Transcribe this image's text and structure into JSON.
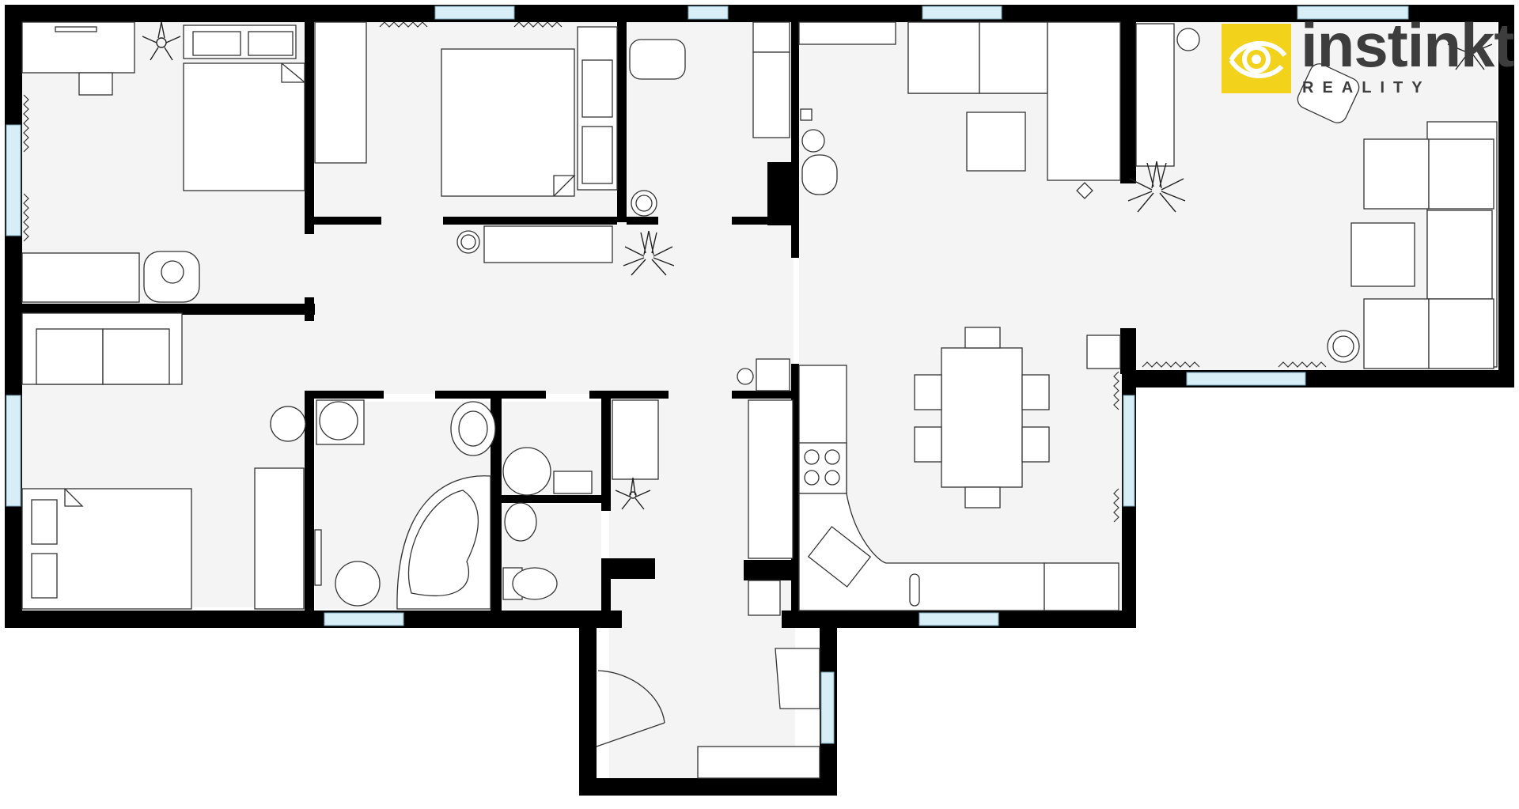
{
  "brand": {
    "name": "instinkt",
    "sub": "REALITY",
    "colors": {
      "badge": "#f2d21b",
      "text": "#3d3d3d"
    },
    "icon": "eye-icon"
  },
  "plan_colors": {
    "wall": "#000000",
    "floor": "#f4f4f4",
    "window": "#d7eef7",
    "furniture_fill": "#ffffff",
    "furniture_stroke": "#333333"
  },
  "rooms": [
    {
      "id": "bedroom-north-west"
    },
    {
      "id": "bedroom-north-centre"
    },
    {
      "id": "wardrobe-room"
    },
    {
      "id": "bedroom-south-west"
    },
    {
      "id": "hallway"
    },
    {
      "id": "bathroom"
    },
    {
      "id": "toilet"
    },
    {
      "id": "washroom"
    },
    {
      "id": "entrance-hall"
    },
    {
      "id": "kitchen-dining"
    },
    {
      "id": "living-room"
    }
  ]
}
